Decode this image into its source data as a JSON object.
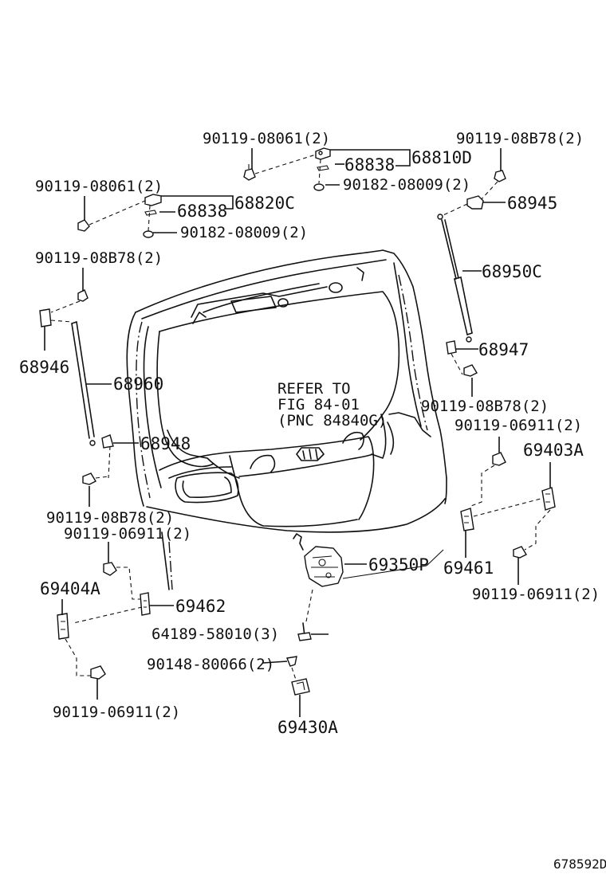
{
  "diagram_id": "678592D",
  "refer_note": {
    "line1": "REFER TO",
    "line2": "FIG 84-01",
    "line3": "(PNC 84840G)"
  },
  "labels": {
    "p90119_08061_top": "90119-08061(2)",
    "p68838_top": "68838",
    "p68810D": "68810D",
    "p90182_08009_top": "90182-08009(2)",
    "p90119_08B78_topright": "90119-08B78(2)",
    "p68945": "68945",
    "p90119_08061_left": "90119-08061(2)",
    "p68838_left": "68838",
    "p68820C": "68820C",
    "p90182_08009_left": "90182-08009(2)",
    "p90119_08B78_left": "90119-08B78(2)",
    "p68950C": "68950C",
    "p68946": "68946",
    "p68947": "68947",
    "p68960": "68960",
    "p90119_08B78_mid_right": "90119-08B78(2)",
    "p90119_06911_right_top": "90119-06911(2)",
    "p69403A": "69403A",
    "p68948": "68948",
    "p90119_08B78_lower_left": "90119-08B78(2)",
    "p90119_06911_left_mid": "90119-06911(2)",
    "p69350P": "69350P",
    "p69461": "69461",
    "p69404A": "69404A",
    "p90119_06911_right_bottom": "90119-06911(2)",
    "p69462": "69462",
    "p64189_58010": "64189-58010(3)",
    "p90148_80066": "90148-80066(2)",
    "p90119_06911_left_bottom": "90119-06911(2)",
    "p69430A": "69430A"
  }
}
